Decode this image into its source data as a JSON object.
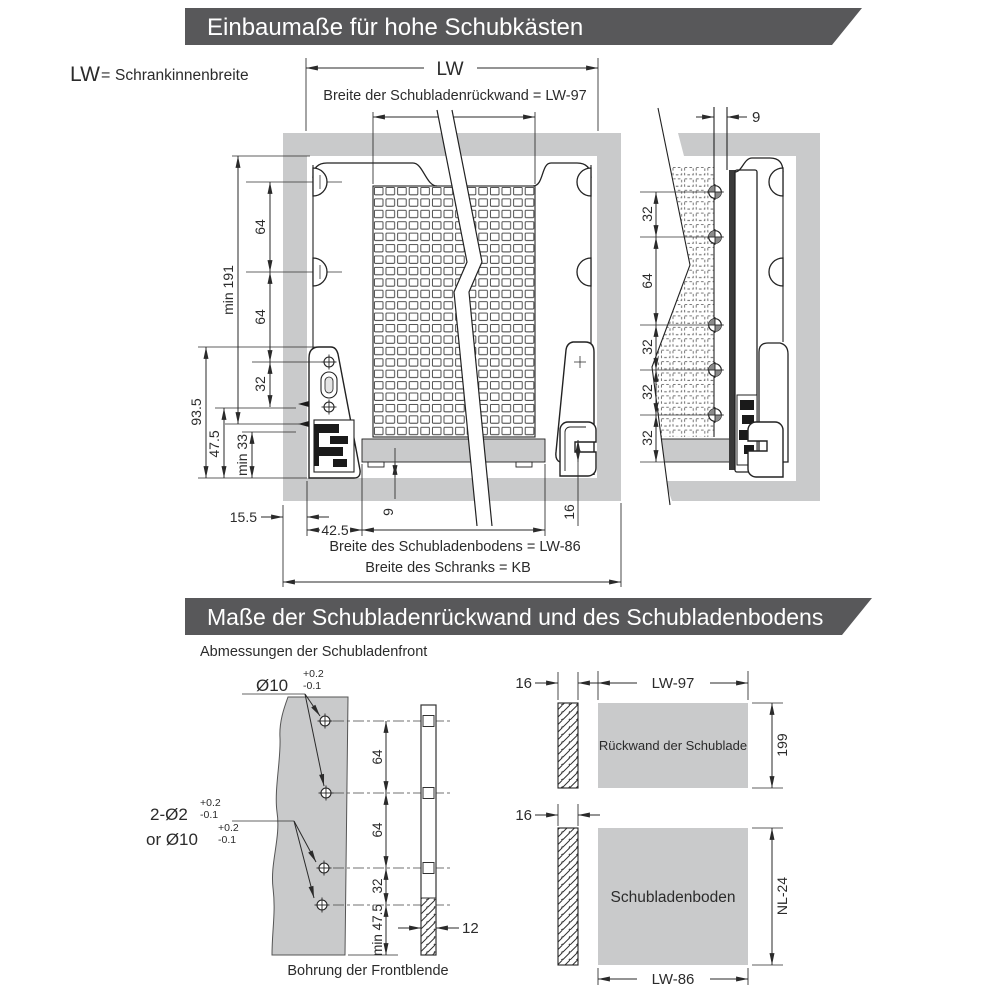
{
  "colors": {
    "banner": "#58585a",
    "panel_gray": "#c9cacb",
    "line": "#222222",
    "text": "#2b2b2b",
    "white": "#ffffff"
  },
  "banners": {
    "top": "Einbaumaße für hohe Schubkästen",
    "bottom": "Maße der Schubladenrückwand und des Schubladenbodens"
  },
  "legend": {
    "abbr": "LW",
    "equals": "=",
    "meaning": "Schrankinnenbreite"
  },
  "front_view": {
    "dim_lw": "LW",
    "dim_back_width": "Breite der Schubladenrückwand = LW-97",
    "dim_min191": "min 191",
    "dim_64a": "64",
    "dim_64b": "64",
    "dim_32": "32",
    "dim_935": "93.5",
    "dim_475": "47.5",
    "dim_min33": "min 33",
    "dim_155": "15.5",
    "dim_425": "42.5",
    "dim_9": "9",
    "dim_16": "16",
    "dim_board_width": "Breite des Schubladenbodens = LW-86",
    "dim_cabinet_width": "Breite des Schranks = KB"
  },
  "rear_view": {
    "dim_9": "9",
    "dims": [
      "32",
      "64",
      "32",
      "32",
      "32"
    ]
  },
  "front_panel": {
    "caption": "Abmessungen der Schubladenfront",
    "labels": [
      {
        "text": "Ø10",
        "plus": "+0.2",
        "minus": "-0.1"
      },
      {
        "text": "2-Ø2",
        "plus": "+0.2",
        "minus": "-0.1"
      },
      {
        "text": "or Ø10",
        "plus": "+0.2",
        "minus": "-0.1"
      }
    ],
    "dims": [
      "64",
      "64",
      "32"
    ],
    "dim_min475": "min 47.5",
    "dim_12": "12",
    "caption_bottom": "Bohrung der Frontblende"
  },
  "back_wall": {
    "dim_16": "16",
    "dim_width": "LW-97",
    "label": "Rückwand der Schublade",
    "dim_height": "199"
  },
  "bottom_board": {
    "dim_16": "16",
    "label": "Schubladenboden",
    "dim_height": "NL-24",
    "dim_width": "LW-86"
  }
}
